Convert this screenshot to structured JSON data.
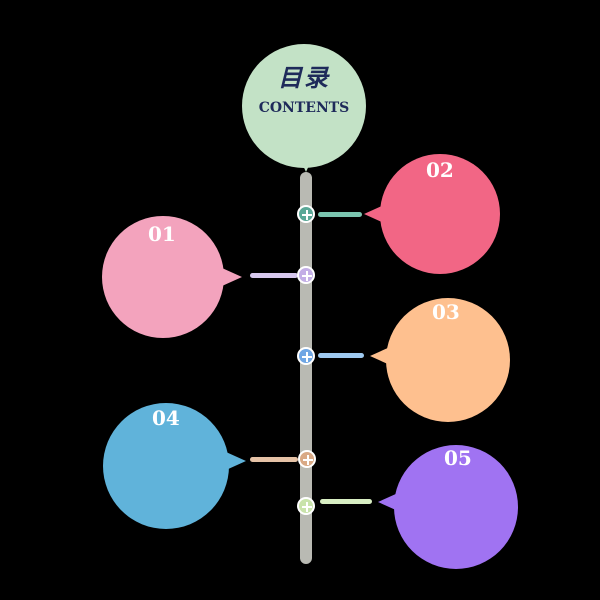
{
  "title": {
    "chinese": "目录",
    "english": "CONTENTS"
  },
  "items": [
    {
      "number": "01",
      "color": "#f3a3bd",
      "connector_color": "#d7c8ee"
    },
    {
      "number": "02",
      "color": "#f26685",
      "connector_color": "#7bc5b0"
    },
    {
      "number": "03",
      "color": "#fec08f",
      "connector_color": "#9ec9f0"
    },
    {
      "number": "04",
      "color": "#60b3da",
      "connector_color": "#e5c2a6"
    },
    {
      "number": "05",
      "color": "#a073f2",
      "connector_color": "#d8eec3"
    }
  ],
  "colors": {
    "background": "#000000",
    "trunk": "#b9bab3",
    "title_bubble": "#c3e2c6",
    "title_text": "#1e2a5a"
  }
}
